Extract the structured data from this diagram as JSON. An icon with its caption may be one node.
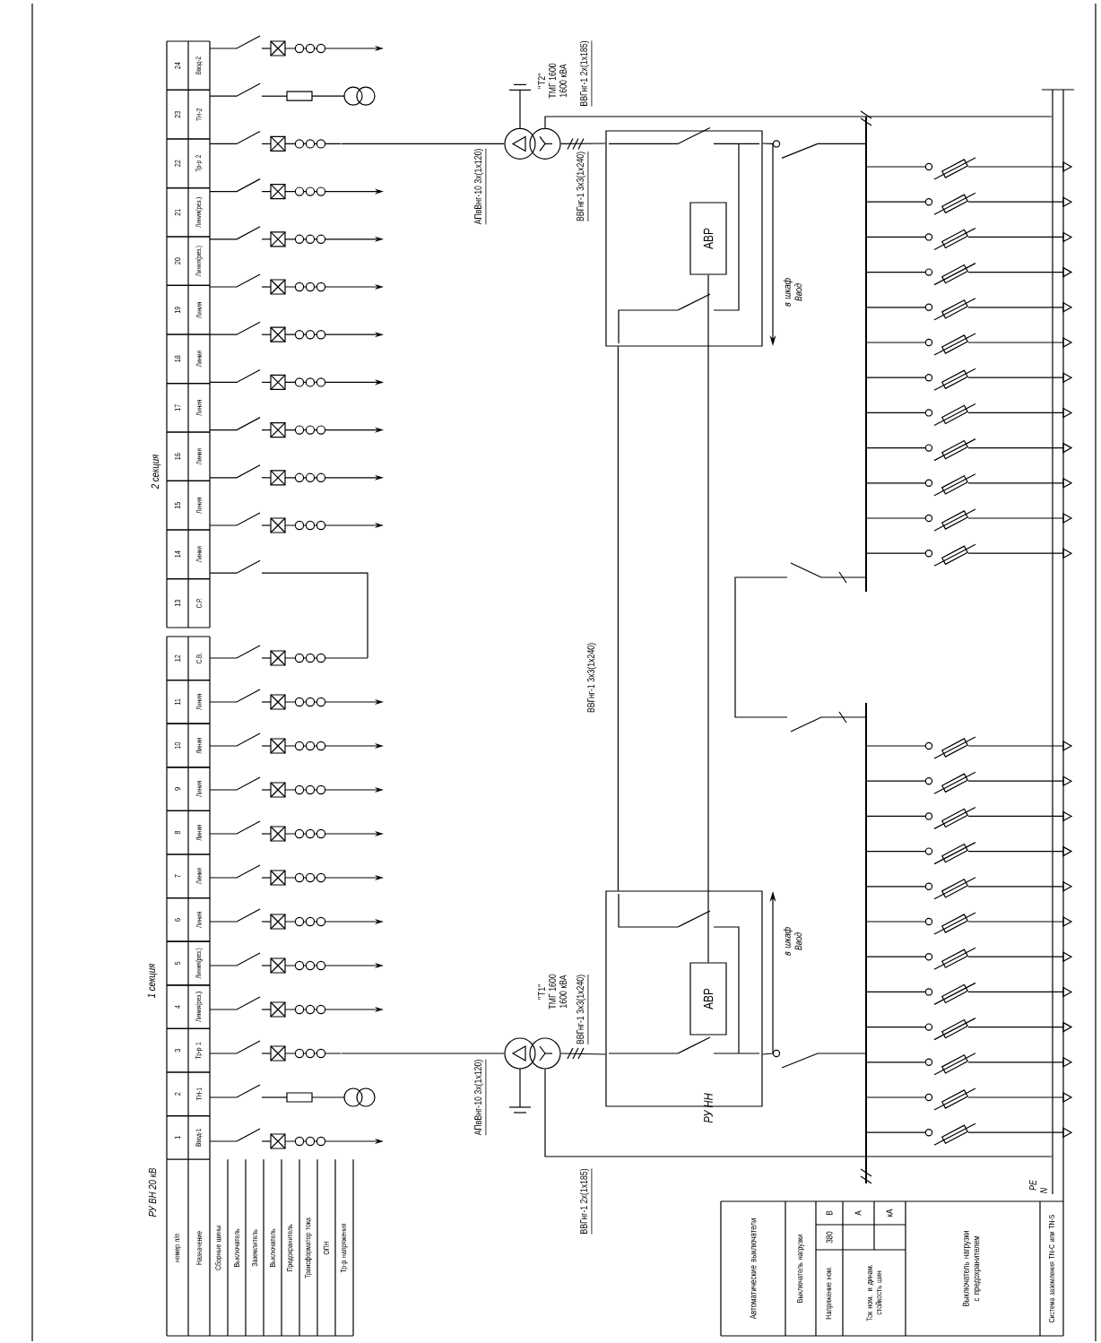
{
  "diagram": {
    "nodes": [
      {
        "text": [],
        "shape": "circle",
        "beside": [
          "\"Т1\"",
          "ТМГ 1600",
          "1600 кВА"
        ]
      },
      {
        "text": [],
        "shape": "box"
      },
      {
        "text": [
          "АВР"
        ],
        "in": 1
      },
      {
        "text": [],
        "shape": "circle",
        "beside": [
          "\"Т2\"",
          "ТМГ 1600",
          "1600 кВА"
        ]
      },
      {
        "text": [],
        "shape": "box"
      },
      {
        "text": [
          "АВР"
        ],
        "in": 4
      },
      {
        "text": [],
        "shape": "picture"
      },
      {
        "text": [],
        "shape": "picture"
      },
      {
        "text": [],
        "shape": "bar",
        "beside": [
          "N"
        ]
      }
    ],
    "edges": [
      {
        "from": 7,
        "to": 0,
        "arrow": "none",
        "label": "АПвВнг-10 3х(1х120)"
      },
      {
        "from": 0,
        "to": 1,
        "arrow": "none",
        "label": "ВВГнг-1 3х3(1х240)"
      },
      {
        "from": 0,
        "to": 8,
        "arrow": "none",
        "label": "ВВГнг-1 2х(1х185)"
      },
      {
        "from": 1,
        "to": null,
        "arrow": "to",
        "label": "в шкаф Ввод"
      },
      {
        "from": 6,
        "to": 3,
        "arrow": "none",
        "label": "АПвВнг-10 3х(1х120)"
      },
      {
        "from": 3,
        "to": 4,
        "arrow": "none",
        "label": "ВВГнг-1 3х3(1х240)"
      },
      {
        "from": 3,
        "to": 8,
        "arrow": "none",
        "label": "ВВГнг-1 2х(1х185)"
      },
      {
        "from": 4,
        "to": null,
        "arrow": "to",
        "label": "в шкаф Ввод"
      },
      {
        "from": 1,
        "to": 4,
        "arrow": "none",
        "label": "ВВГнг-1 3х3(1х240)"
      },
      {
        "from": 2,
        "to": 5,
        "arrow": "none"
      }
    ],
    "labels": [
      "РУ ВН 20 кВ",
      "1 секция",
      "2 секция",
      "номер п/п",
      "Назначение",
      "Сборные шины",
      "Выключатель",
      "Заземлитель",
      "Выключатель",
      "Предохранитель",
      "Трансформатор тока",
      "ОПН",
      "Тр-р напряжения",
      "1",
      "2",
      "3",
      "4",
      "5",
      "6",
      "7",
      "8",
      "9",
      "10",
      "11",
      "12",
      "13",
      "14",
      "15",
      "16",
      "17",
      "18",
      "19",
      "20",
      "21",
      "22",
      "23",
      "24",
      "Ввод-1",
      "ТН-1",
      "Тр-р 1",
      "Линия(рез.)",
      "Линия(рез.)",
      "Линия",
      "Линия",
      "Линия",
      "Линия",
      "Линия",
      "Линия",
      "С.В.",
      "С.Р.",
      "Линия",
      "Линия",
      "Линия",
      "Линия",
      "Линия",
      "Линия",
      "Линия(рез.)",
      "Линия(рез.)",
      "Тр-р 2",
      "ТН-2",
      "Ввод-2",
      "РУ НН",
      "Автоматические выключатели",
      "Выключатель нагрузки",
      "Напряжение ном.",
      "380",
      "В",
      "Ток ном. и динам. стойкость шин",
      "А",
      "кА",
      "Выключатель нагрузки с предохранителем",
      "Система заземления TN-C или TN-S",
      "PE"
    ]
  }
}
